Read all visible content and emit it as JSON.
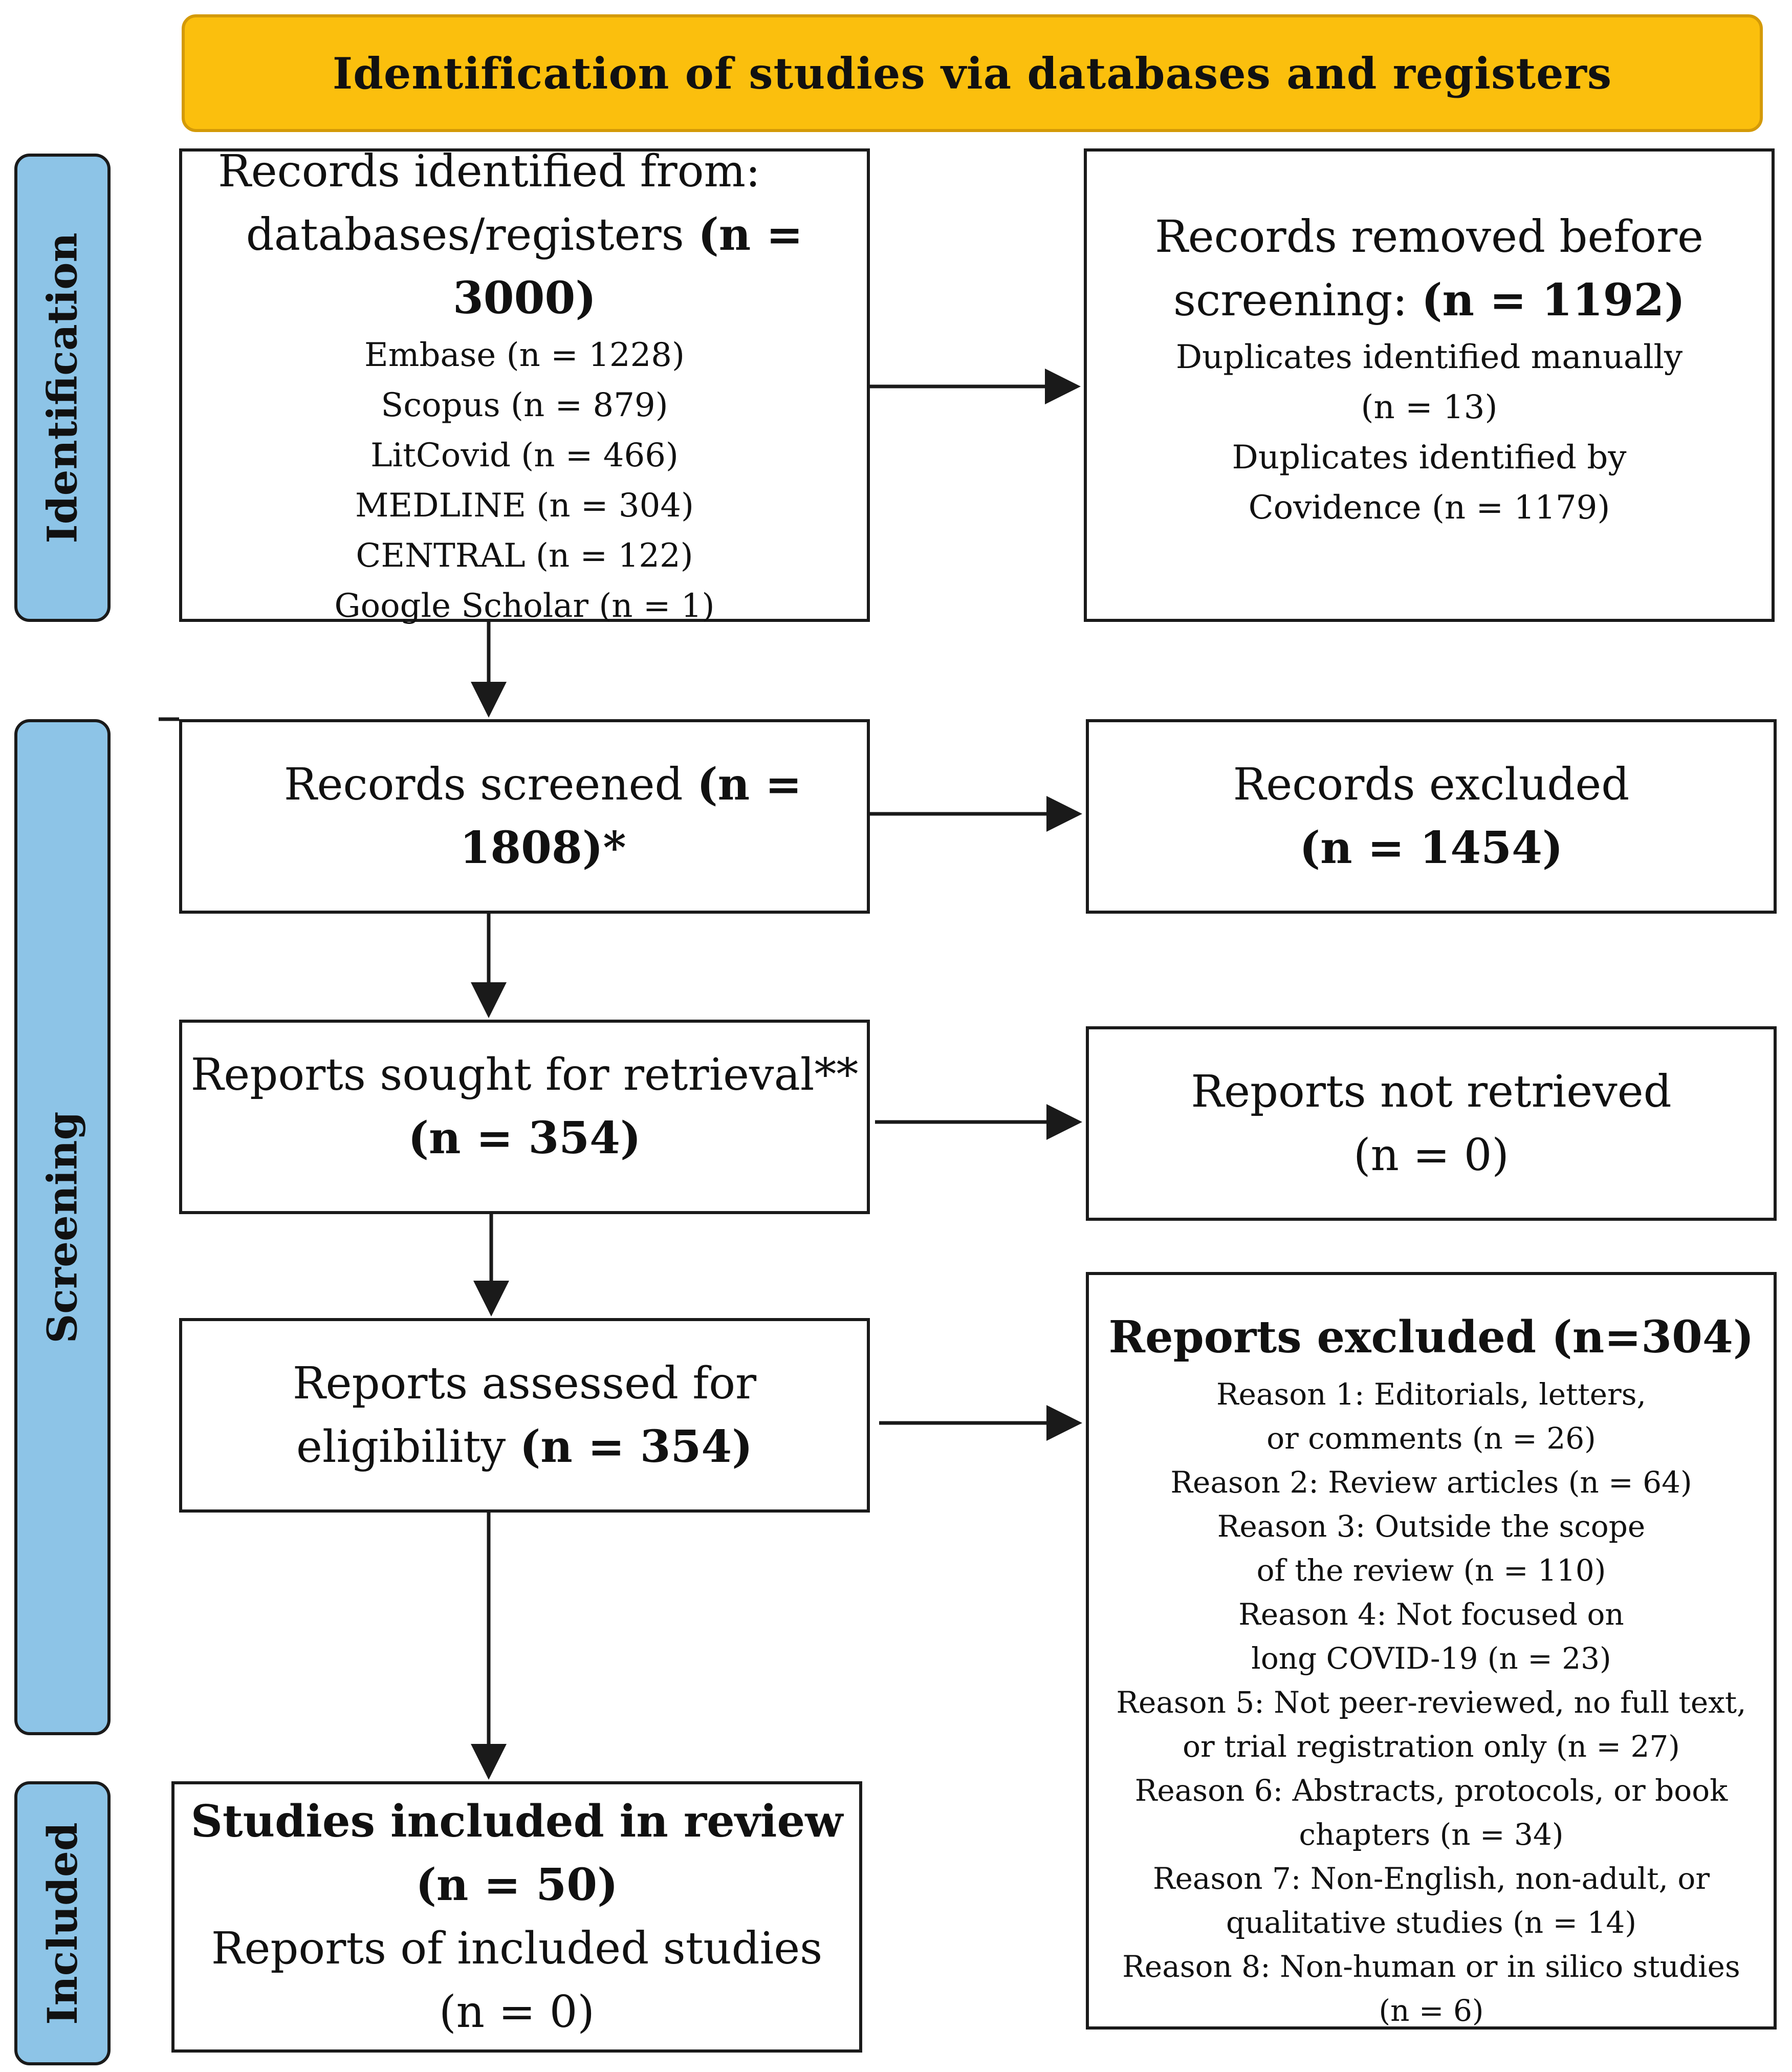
{
  "header": {
    "title": "Identification of studies via databases and registers"
  },
  "phases": {
    "identification": "Identification",
    "screening": "Screening",
    "included": "Included"
  },
  "identified": {
    "line1": "Records identified from:",
    "line2": "databases/registers",
    "count": "(n = 3000)",
    "sources": [
      "Embase (n = 1228)",
      "Scopus (n = 879)",
      "LitCovid (n = 466)",
      "MEDLINE (n = 304)",
      "CENTRAL (n = 122)",
      "Google Scholar (n = 1)"
    ]
  },
  "removed": {
    "line1": "Records removed before",
    "line2": "screening:",
    "count": "(n = 1192)",
    "details": [
      "Duplicates identified manually",
      "(n = 13)",
      "Duplicates identified by",
      "Covidence (n = 1179)"
    ]
  },
  "screened": {
    "label": "Records screened",
    "count": "(n = 1808)*"
  },
  "excluded": {
    "label": "Records excluded",
    "count": "(n = 1454)"
  },
  "sought": {
    "label": "Reports sought for retrieval**",
    "count": "(n = 354)"
  },
  "not_retrieved": {
    "label": "Reports not retrieved",
    "count": "(n = 0)"
  },
  "assessed": {
    "line1": "Reports assessed for",
    "line2": "eligibility",
    "count": "(n = 354)"
  },
  "reports_excluded": {
    "title": "Reports excluded (n=304)",
    "reasons": [
      "Reason 1: Editorials, letters,",
      "or comments (n = 26)",
      "Reason 2: Review articles (n = 64)",
      "Reason 3: Outside the scope",
      "of the review (n = 110)",
      "Reason 4: Not focused on",
      "long COVID-19 (n = 23)",
      "Reason 5: Not peer-reviewed, no full text,",
      "or trial registration only (n = 27)",
      "Reason 6: Abstracts, protocols, or book",
      "chapters (n = 34)",
      "Reason 7: Non-English, non-adult, or",
      "qualitative studies (n = 14)",
      "Reason 8: Non-human or in silico studies",
      "(n = 6)"
    ]
  },
  "included": {
    "line1": "Studies included in review",
    "count": "(n = 50)",
    "line3": "Reports of included studies",
    "line4": "(n = 0)"
  },
  "colors": {
    "header_fill": "#fbbf0d",
    "phase_fill": "#8dc4e7",
    "border": "#1a1a1a"
  }
}
